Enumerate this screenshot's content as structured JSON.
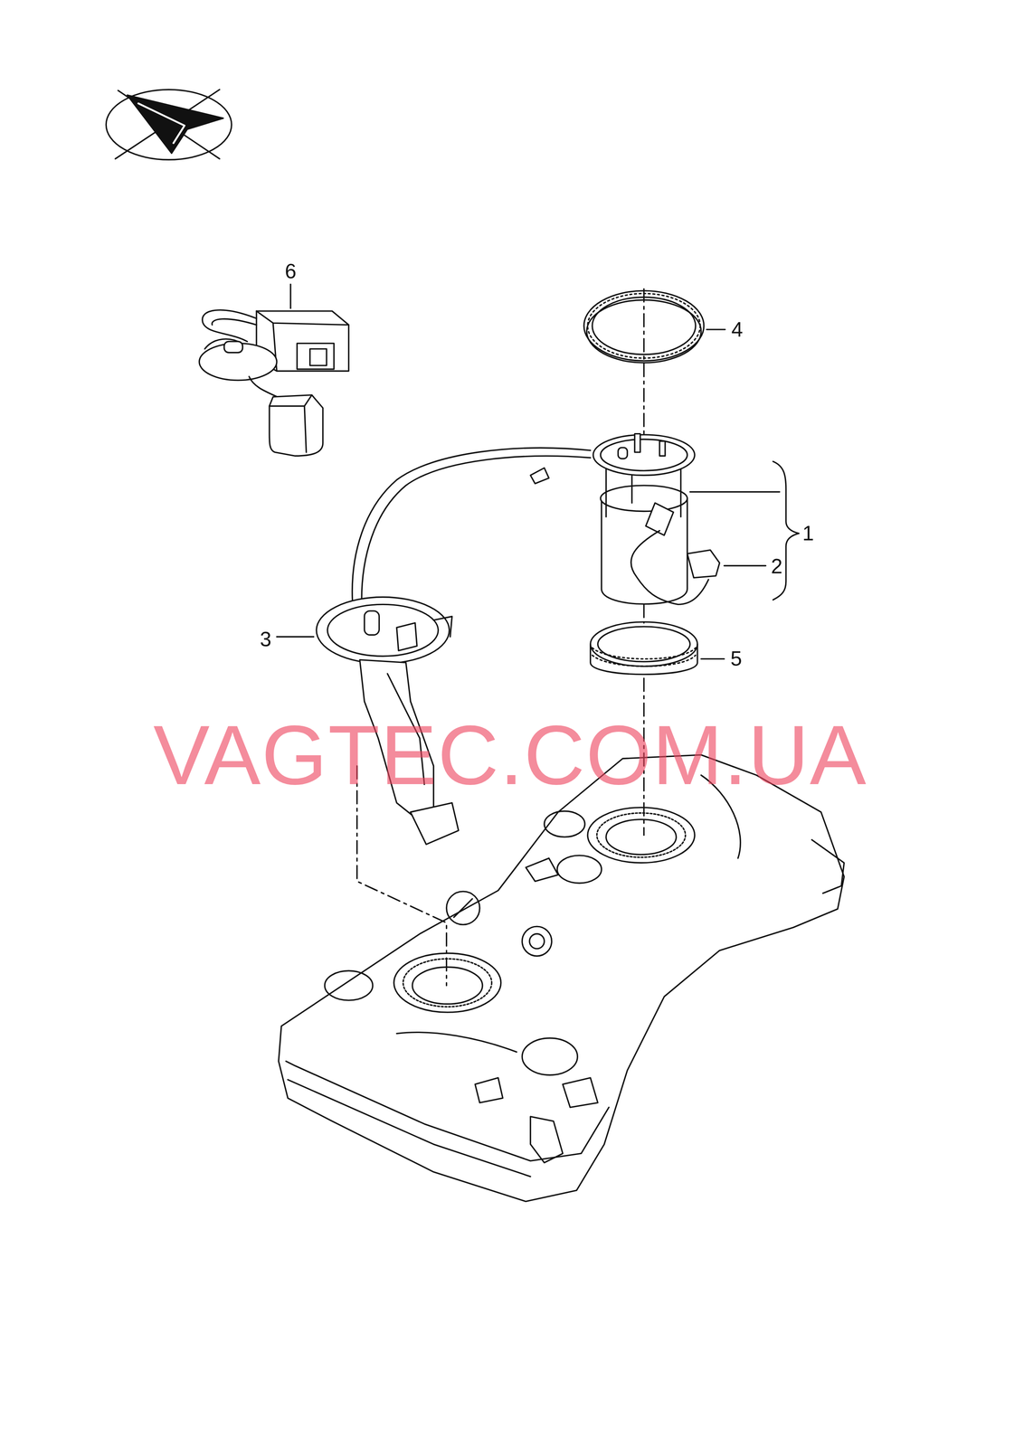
{
  "diagram": {
    "labels": [
      "6",
      "4",
      "1",
      "2",
      "3",
      "5",
      "VAGTEC.COM.UA"
    ]
  }
}
